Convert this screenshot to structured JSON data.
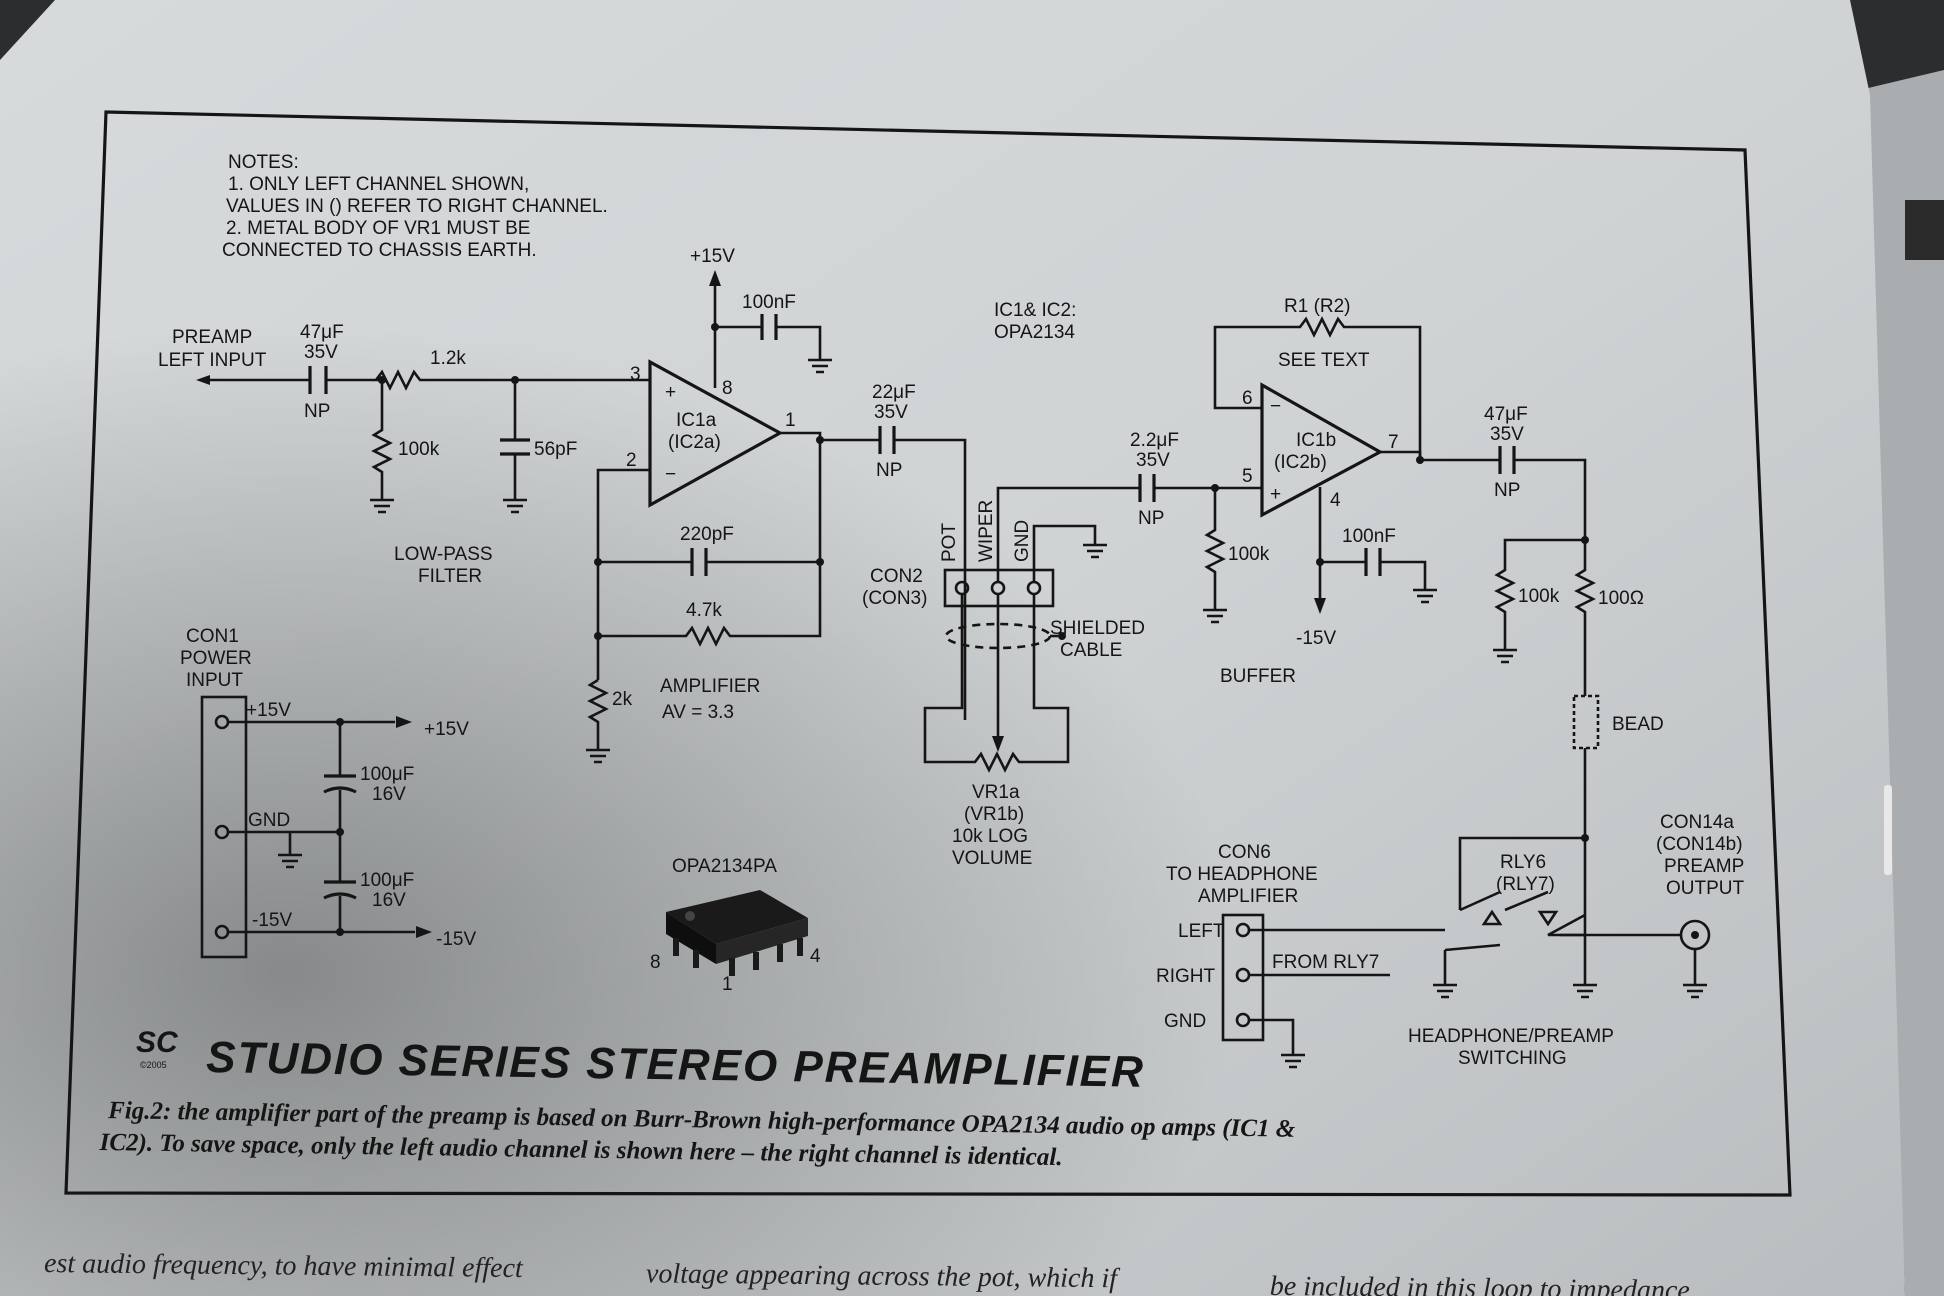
{
  "notes": {
    "heading": "NOTES:",
    "line1": "1. ONLY LEFT CHANNEL SHOWN,",
    "line2": "VALUES IN () REFER TO RIGHT CHANNEL.",
    "line3": "2. METAL BODY OF VR1 MUST BE",
    "line4": "CONNECTED TO CHASSIS EARTH."
  },
  "input": {
    "label1": "PREAMP",
    "label2": "LEFT INPUT",
    "cap_value": "47μF",
    "cap_volt": "35V",
    "cap_type": "NP"
  },
  "filter": {
    "r_value": "1.2k",
    "r2_value": "100k",
    "c_value": "56pF",
    "label1": "LOW-PASS",
    "label2": "FILTER"
  },
  "ic1a": {
    "name": "IC1a",
    "alt": "(IC2a)",
    "supply": "+15V",
    "decoupling": "100nF",
    "pin3": "3",
    "pin2": "2",
    "pin8": "8",
    "pin1": "1",
    "plus": "+",
    "minus": "−"
  },
  "amp_feedback": {
    "cap": "220pF",
    "res": "4.7k",
    "rg": "2k",
    "label": "AMPLIFIER",
    "gain": "AV = 3.3"
  },
  "coupling1": {
    "value": "22μF",
    "volt": "35V",
    "type": "NP"
  },
  "ic_note": {
    "line1": "IC1& IC2:",
    "line2": "OPA2134"
  },
  "con2": {
    "name": "CON2",
    "alt": "(CON3)",
    "pin_pot": "POT",
    "pin_wiper": "WIPER",
    "pin_gnd": "GND",
    "cable1": "SHIELDED",
    "cable2": "CABLE"
  },
  "vr1": {
    "name": "VR1a",
    "alt": "(VR1b)",
    "value": "10k LOG",
    "function": "VOLUME"
  },
  "coupling2": {
    "value": "2.2μF",
    "volt": "35V",
    "type": "NP"
  },
  "ic1b": {
    "name": "IC1b",
    "alt": "(IC2b)",
    "r1": "R1 (R2)",
    "r1_note": "SEE TEXT",
    "pin6": "6",
    "pin5": "5",
    "pin7": "7",
    "pin4": "4",
    "rbias": "100k",
    "decoupling": "100nF",
    "supply": "-15V",
    "label": "BUFFER"
  },
  "output": {
    "cap_value": "47μF",
    "cap_volt": "35V",
    "cap_type": "NP",
    "r_load": "100k",
    "r_series": "100Ω",
    "bead": "BEAD"
  },
  "con14": {
    "name": "CON14a",
    "alt": "(CON14b)",
    "label1": "PREAMP",
    "label2": "OUTPUT"
  },
  "relay": {
    "name": "RLY6",
    "alt": "(RLY7)",
    "label1": "HEADPHONE/PREAMP",
    "label2": "SWITCHING",
    "from": "FROM RLY7"
  },
  "con6": {
    "name": "CON6",
    "label1": "TO HEADPHONE",
    "label2": "AMPLIFIER",
    "left": "LEFT",
    "right": "RIGHT",
    "gnd": "GND"
  },
  "con1": {
    "name": "CON1",
    "label1": "POWER",
    "label2": "INPUT",
    "pos": "+15V",
    "gnd": "GND",
    "neg": "-15V",
    "out_pos": "+15V",
    "out_neg": "-15V",
    "c1": "100μF",
    "c1v": "16V",
    "c2": "100μF",
    "c2v": "16V"
  },
  "chip": {
    "name": "OPA2134PA",
    "pin8": "8",
    "pin4": "4",
    "pin1": "1"
  },
  "logo": {
    "text": "SC",
    "year": "©2005"
  },
  "title": "STUDIO SERIES STEREO PREAMPLIFIER",
  "caption": {
    "line1": "Fig.2: the amplifier part of the preamp is based on Burr-Brown high-performance OPA2134 audio op amps (IC1 &",
    "line2": "IC2). To save space, only the left audio channel is shown here – the right channel is identical."
  },
  "body_text": {
    "col1": "est audio frequency, to have minimal effect",
    "col2": "voltage appearing across the pot, which if",
    "col3": "be included in this loop to impedance"
  }
}
